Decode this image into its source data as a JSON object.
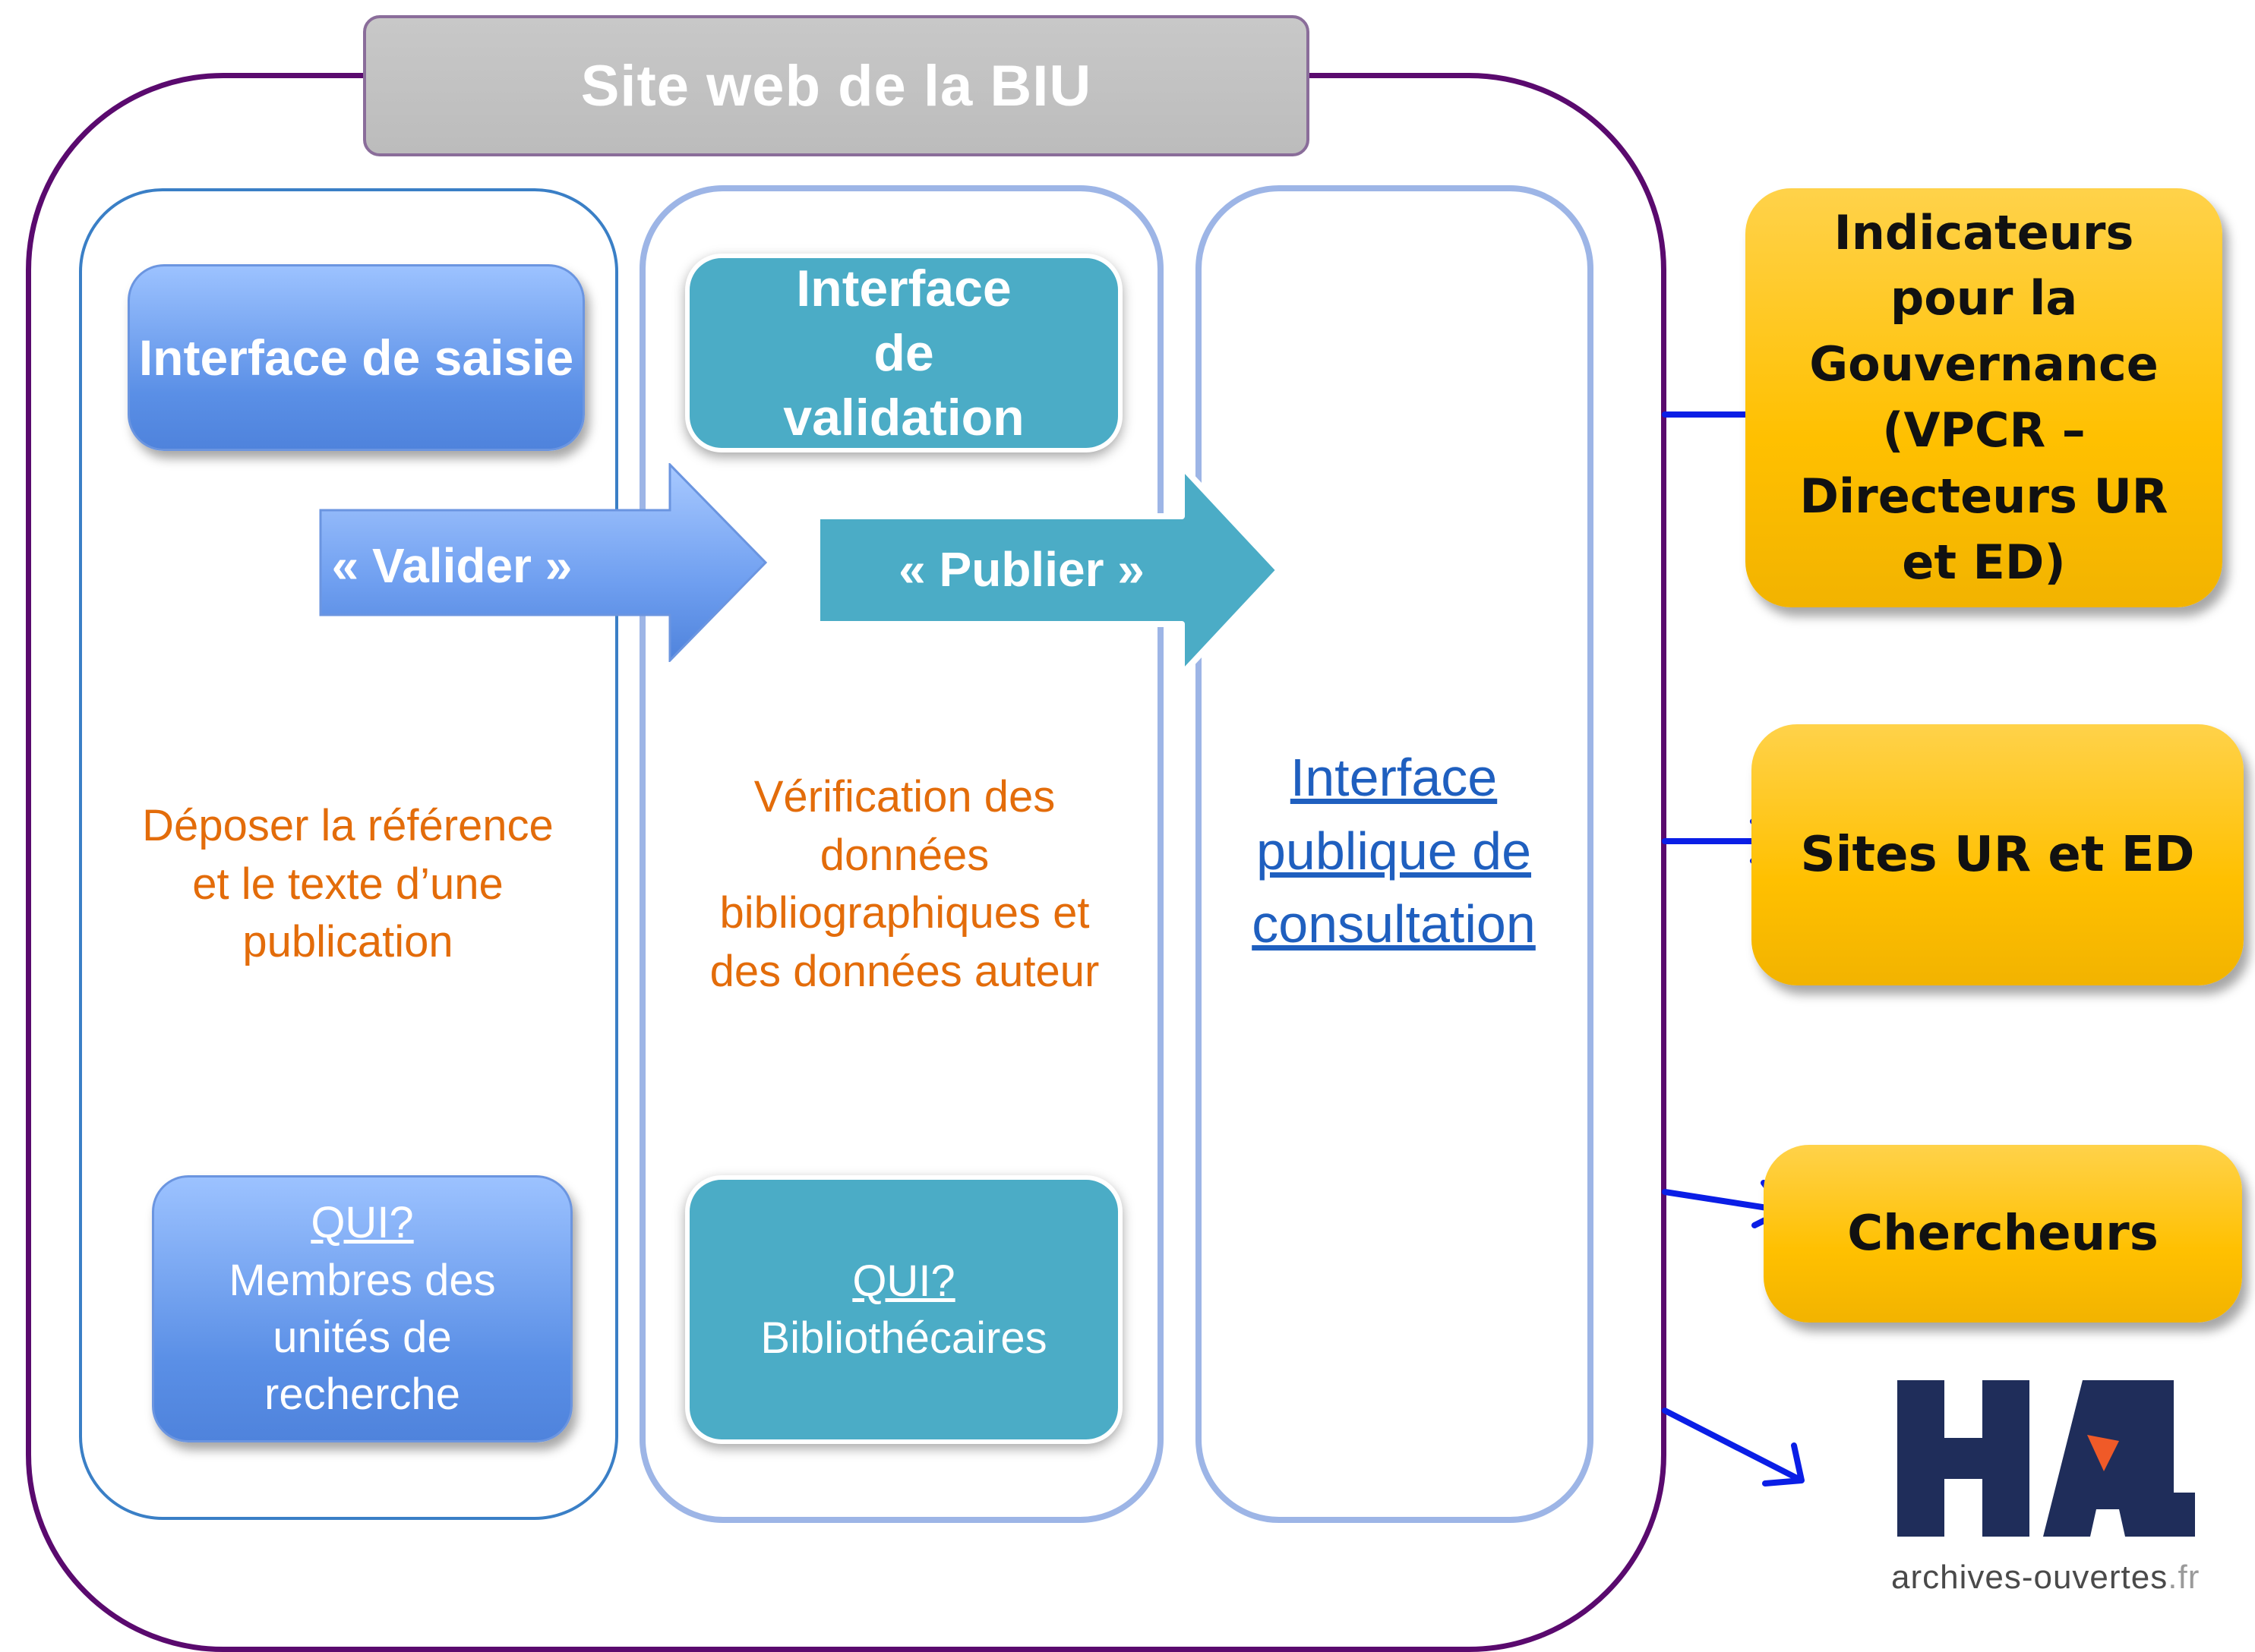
{
  "title": "Site web de la BIU",
  "columns": {
    "saisie": {
      "box": "Interface de saisie",
      "description": "Déposer la référence et le texte d’une publication",
      "qui_label": "QUI?",
      "qui": "Membres des unités de recherche"
    },
    "validation": {
      "box": "Interface de validation",
      "description": "Vérification des données bibliographiques et des données auteur",
      "qui_label": "QUI?",
      "qui": "Bibliothécaires"
    },
    "publique": {
      "link": "Interface publique de consultation"
    }
  },
  "arrows": {
    "valider": "« Valider »",
    "publier": "« Publier »"
  },
  "outputs": [
    {
      "label": "Indicateurs pour la Gouvernance (VPCR – Directeurs UR et ED)"
    },
    {
      "label": "Sites UR et ED"
    },
    {
      "label": "Chercheurs"
    }
  ],
  "hal": {
    "logo": "HAL",
    "tagline": "archives-ouvertes",
    "tld": ".fr"
  },
  "colors": {
    "outer_frame": "#5a0a6e",
    "column_border": "#9db5e6",
    "blue_box": "#5a8fe6",
    "teal_box": "#4bacc6",
    "orange_text": "#e36c0a",
    "gold": "#ffc000",
    "connector": "#0a1ee6",
    "hal_navy": "#1f2d5a",
    "hal_orange": "#f05a28"
  }
}
